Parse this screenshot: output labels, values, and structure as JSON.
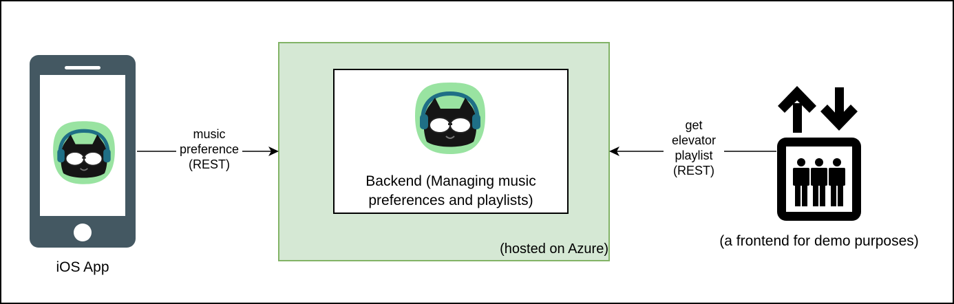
{
  "colors": {
    "azure_fill": "#d5e8d4",
    "azure_stroke": "#82b366",
    "phone_body": "#445862",
    "mascot_bg": "#99e3a1",
    "headphones": "#1f6f86"
  },
  "icons": {
    "phone": "smartphone-icon",
    "mascot": "cat-with-sunglasses-and-headphones-icon",
    "elevator": "elevator-icon"
  },
  "nodes": {
    "ios_app": {
      "label": "iOS App"
    },
    "backend": {
      "label_line1": "Backend (Managing music",
      "label_line2": "preferences and playlists)"
    },
    "azure": {
      "label": "(hosted on Azure)"
    },
    "frontend": {
      "label": "(a frontend for demo purposes)"
    }
  },
  "edges": {
    "music_preference": {
      "line1": "music",
      "line2": "preference",
      "line3": "(REST)"
    },
    "get_playlist": {
      "line1": "get",
      "line2": "elevator",
      "line3": "playlist",
      "line4": "(REST)"
    }
  }
}
